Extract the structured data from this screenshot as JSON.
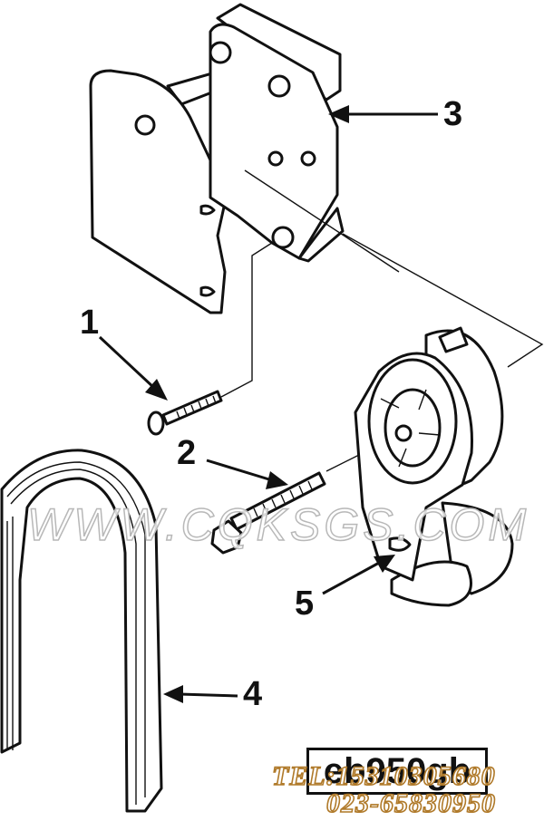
{
  "callouts": {
    "n1": "1",
    "n2": "2",
    "n3": "3",
    "n4": "4",
    "n5": "5"
  },
  "drawing_code": "eb950gb",
  "watermark": "WWW.CQKSGS.COM",
  "phone": {
    "line1": "TEL:15310305680",
    "line2": "023-65830950"
  },
  "colors": {
    "line": "#111111",
    "watermark_outline": "#b8b8b8",
    "phone_outline": "#b07a2a"
  }
}
